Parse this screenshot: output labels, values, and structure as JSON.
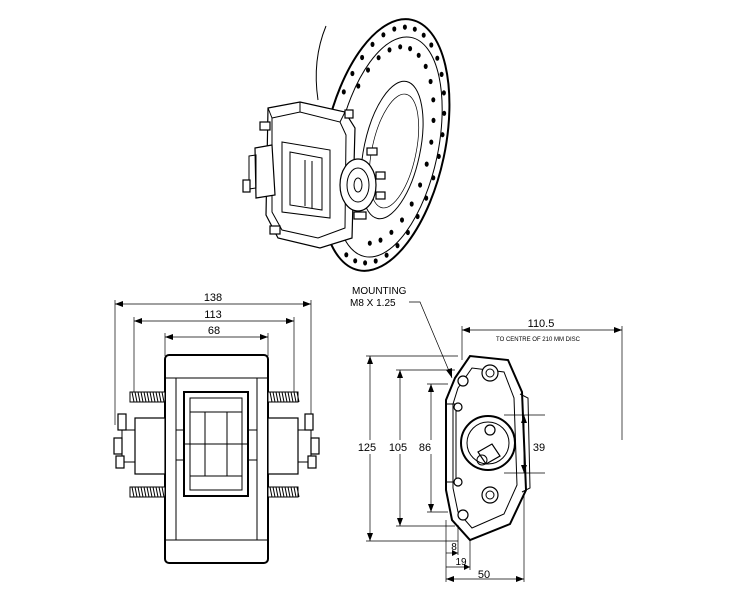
{
  "views": {
    "isometric": {
      "name": "isometric-view"
    },
    "front": {
      "name": "front-view"
    },
    "side": {
      "name": "side-view"
    }
  },
  "front_dims": {
    "overall_width": "138",
    "mounting_width": "113",
    "body_width": "68"
  },
  "side_dims": {
    "mounting_label_line1": "MOUNTING",
    "mounting_label_line2": "M8 X 1.25",
    "disc_centre": "110.5",
    "disc_centre_note": "TO CENTRE OF 210 MM DISC",
    "height_overall": "125",
    "height_mount": "105",
    "height_body": "86",
    "piston_dia": "39",
    "offset_small": "8",
    "offset_mid": "19",
    "depth": "50"
  }
}
